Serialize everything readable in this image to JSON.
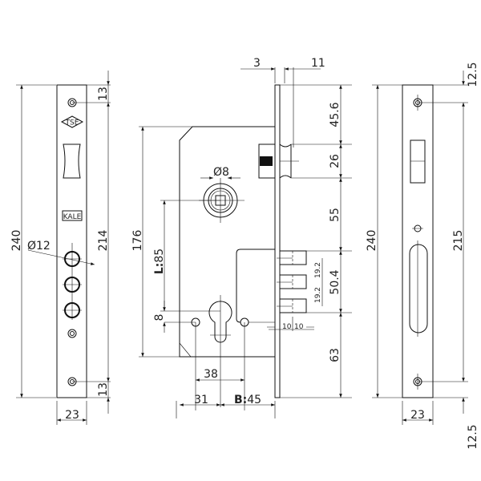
{
  "colors": {
    "line": "#111111",
    "background": "#ffffff"
  },
  "left_view": {
    "height_total": "240",
    "screw_span": "214",
    "top_offset": "13",
    "bottom_offset": "13",
    "width": "23",
    "hole_diameter": "Ø12",
    "logo_tse": "TSE",
    "logo_kale": "KALE"
  },
  "center_view": {
    "faceplate_thickness": "3",
    "bolt_projection": "11",
    "top_to_bolt": "45.6",
    "bolt_height": "26",
    "bolt_to_latch": "55",
    "latch_span": "50.4",
    "latch_pitch_1": "19.2",
    "latch_pitch_2": "19.2",
    "bottom_offset": "63",
    "case_height": "176",
    "spindle_diameter": "Ø8",
    "distance_label_prefix": "L:",
    "distance_value": "85",
    "cylinder_offset": "8",
    "screw_spacing": "38",
    "case_left": "31",
    "backset_prefix": "B:",
    "backset_value": "45",
    "latch_depth_1": "10",
    "latch_depth_2": "10"
  },
  "right_view": {
    "height_total": "240",
    "screw_span": "215",
    "top_offset": "12.5",
    "bottom_offset": "12.5",
    "width": "23"
  }
}
